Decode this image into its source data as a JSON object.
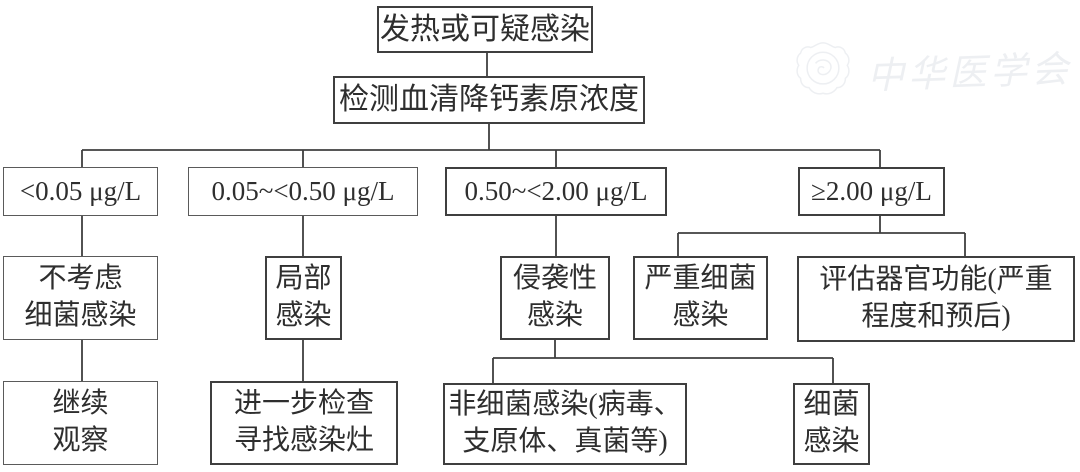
{
  "page": {
    "background_color": "#ffffff",
    "line_color": "#3f3f3f",
    "text_color": "#2e2e2e"
  },
  "watermark": {
    "text": "中华医学会",
    "logo": "chinese-medical-association-emblem",
    "color": "#a4acbe"
  },
  "flowchart": {
    "title_node": "发热或可疑感染",
    "nodes": {
      "fever": {
        "text": "发热或可疑感染"
      },
      "test": {
        "text": "检测血清降钙素原浓度"
      },
      "range1": {
        "text": "<0.05 μg/L"
      },
      "range2": {
        "text": "0.05~<0.50 μg/L"
      },
      "range3": {
        "text": "0.50~<2.00 μg/L"
      },
      "range4": {
        "text": "≥2.00 μg/L"
      },
      "nobact": {
        "text": "不考虑\n细菌感染"
      },
      "local": {
        "text": "局部\n感染"
      },
      "invasive": {
        "text": "侵袭性\n感染"
      },
      "severe": {
        "text": "严重细菌\n感染"
      },
      "organ": {
        "text": "评估器官功能(严重\n程度和预后)"
      },
      "observe": {
        "text": "继续\n观察"
      },
      "further": {
        "text": "进一步检查\n寻找感染灶"
      },
      "nonbact": {
        "text": "非细菌感染(病毒、\n支原体、真菌等)"
      },
      "bact": {
        "text": "细菌\n感染"
      }
    }
  }
}
